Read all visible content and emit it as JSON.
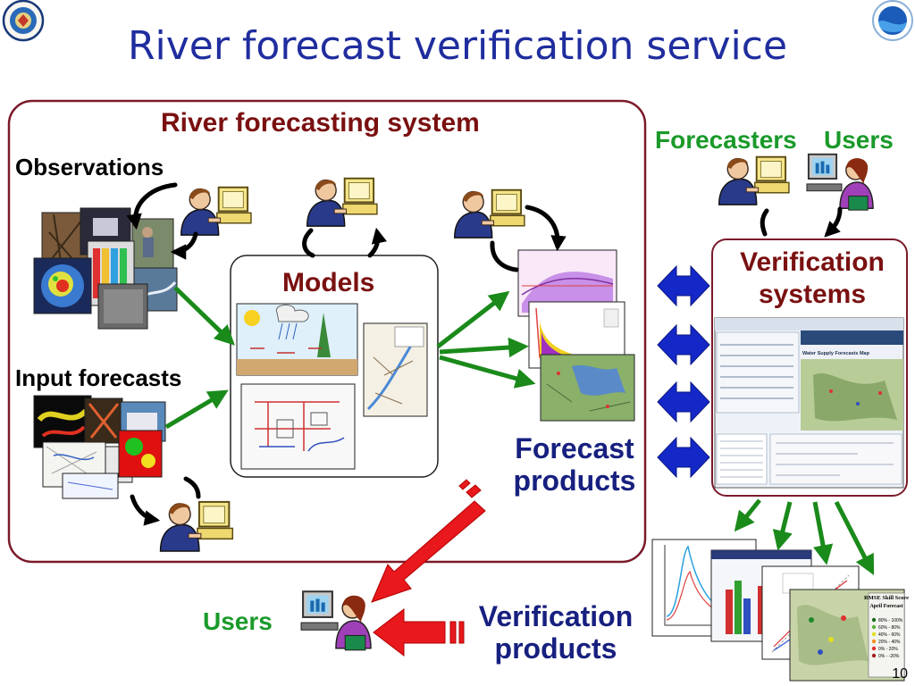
{
  "slide": {
    "title": "River forecast verification service",
    "page_number": "10"
  },
  "labels": {
    "river_forecasting_system": "River forecasting system",
    "observations": "Observations",
    "input_forecasts": "Input forecasts",
    "models": "Models",
    "forecasters": "Forecasters",
    "users_top": "Users",
    "verification_systems": "Verification systems",
    "forecast_products": "Forecast products",
    "users_bottom": "Users",
    "verification_products": "Verification products"
  },
  "verification_panel": {
    "map_title": "Water Supply Forecasts Map",
    "skill_title": "RMSE Skill Score",
    "skill_subtitle": "April Forecast",
    "skill_legend": [
      "80% - 100%",
      "60% - 80%",
      "40% - 60%",
      "20% - 40%",
      "0% - 20%",
      "0% - -20%"
    ]
  },
  "colors": {
    "title": "#1f2d9e",
    "frame_border": "#7a1a2a",
    "green_arrow": "#1a8a1a",
    "red_arrow": "#e8181c",
    "blue_arrow": "#1428c8"
  }
}
